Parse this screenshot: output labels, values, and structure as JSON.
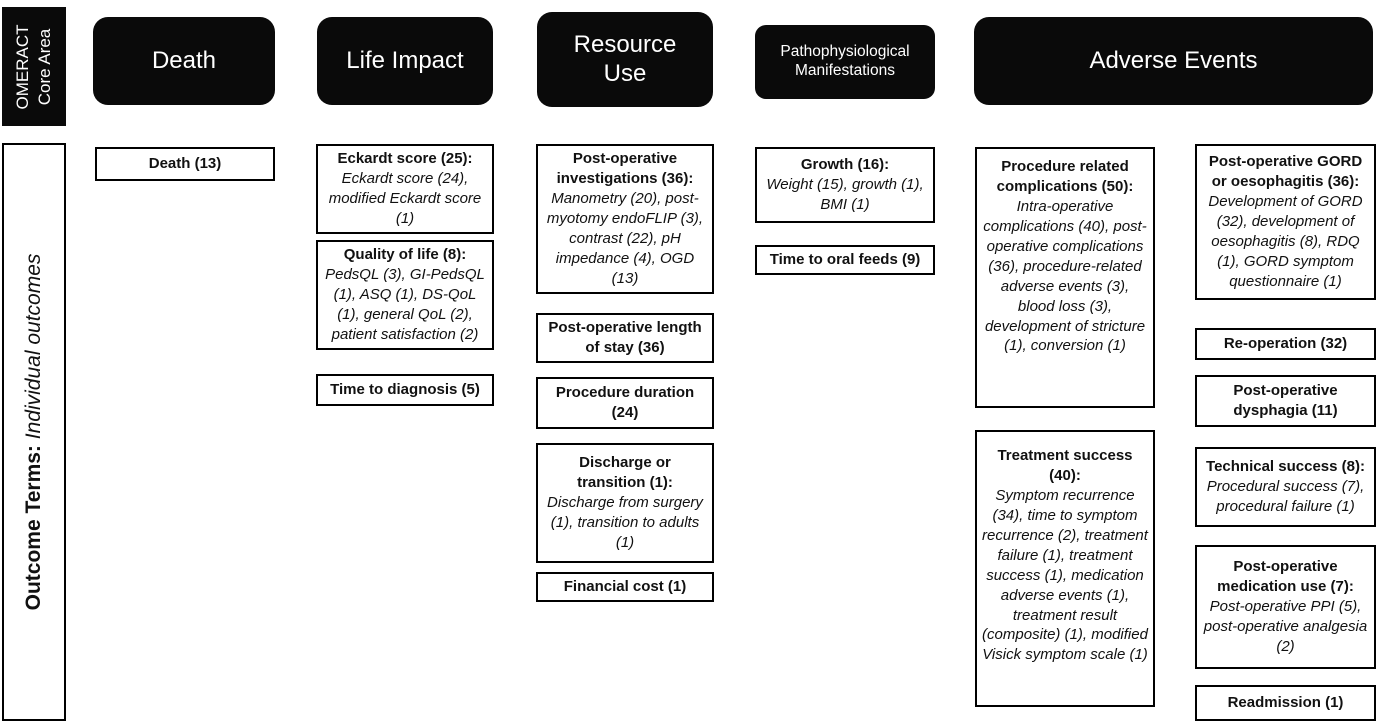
{
  "colors": {
    "header_bg": "#0a0a0a",
    "header_text": "#ffffff",
    "box_border": "#000000",
    "box_bg": "#ffffff"
  },
  "corner": {
    "label": "OMERACT Core Area"
  },
  "sidebar": {
    "bold_label": "Outcome Terms: ",
    "italic_label": "Individual outcomes"
  },
  "headers": {
    "death": "Death",
    "life_impact": "Life Impact",
    "resource_use": "Resource Use",
    "patho": "Pathophysiological Manifestations",
    "adverse_events": "Adverse Events"
  },
  "boxes": {
    "death": {
      "title": "Death (13)"
    },
    "eckardt": {
      "title": "Eckardt score (25):",
      "body": "Eckardt score (24), modified Eckardt score (1)"
    },
    "qol": {
      "title": "Quality of life (8):",
      "body": "PedsQL (3), GI-PedsQL (1), ASQ (1), DS-QoL (1), general QoL (2), patient satisfaction (2)"
    },
    "time_to_diagnosis": {
      "title": "Time to diagnosis (5)"
    },
    "postop_investigations": {
      "title": "Post-operative investigations (36):",
      "body": "Manometry (20), post-myotomy endoFLIP (3), contrast (22), pH impedance (4), OGD (13)"
    },
    "postop_length_of_stay": {
      "title": "Post-operative length of stay (36)"
    },
    "procedure_duration": {
      "title": "Procedure duration (24)"
    },
    "discharge_transition": {
      "title": "Discharge or transition (1):",
      "body": "Discharge from surgery (1), transition to adults (1)"
    },
    "financial_cost": {
      "title": "Financial cost (1)"
    },
    "growth": {
      "title": "Growth (16):",
      "body": "Weight (15), growth (1), BMI (1)"
    },
    "time_to_oral_feeds": {
      "title": "Time to oral feeds (9)"
    },
    "procedure_complications": {
      "title": "Procedure related complications (50):",
      "body": "Intra-operative complications (40), post-operative complications (36), procedure-related adverse events (3), blood loss (3), development of stricture (1), conversion (1)"
    },
    "treatment_success": {
      "title": "Treatment success (40):",
      "body": "Symptom recurrence (34), time to symptom recurrence (2), treatment failure (1), treatment success (1), medication adverse events (1), treatment result (composite) (1), modified Visick symptom scale (1)"
    },
    "postop_gord": {
      "title": "Post-operative GORD or oesophagitis (36):",
      "body": "Development of GORD (32), development of oesophagitis (8), RDQ (1), GORD symptom questionnaire (1)"
    },
    "reoperation": {
      "title": "Re-operation (32)"
    },
    "postop_dysphagia": {
      "title": "Post-operative dysphagia (11)"
    },
    "technical_success": {
      "title": "Technical success (8):",
      "body": "Procedural success (7), procedural failure (1)"
    },
    "postop_medication": {
      "title": "Post-operative medication use (7):",
      "body": "Post-operative PPI (5), post-operative analgesia (2)"
    },
    "readmission": {
      "title": "Readmission (1)"
    }
  }
}
